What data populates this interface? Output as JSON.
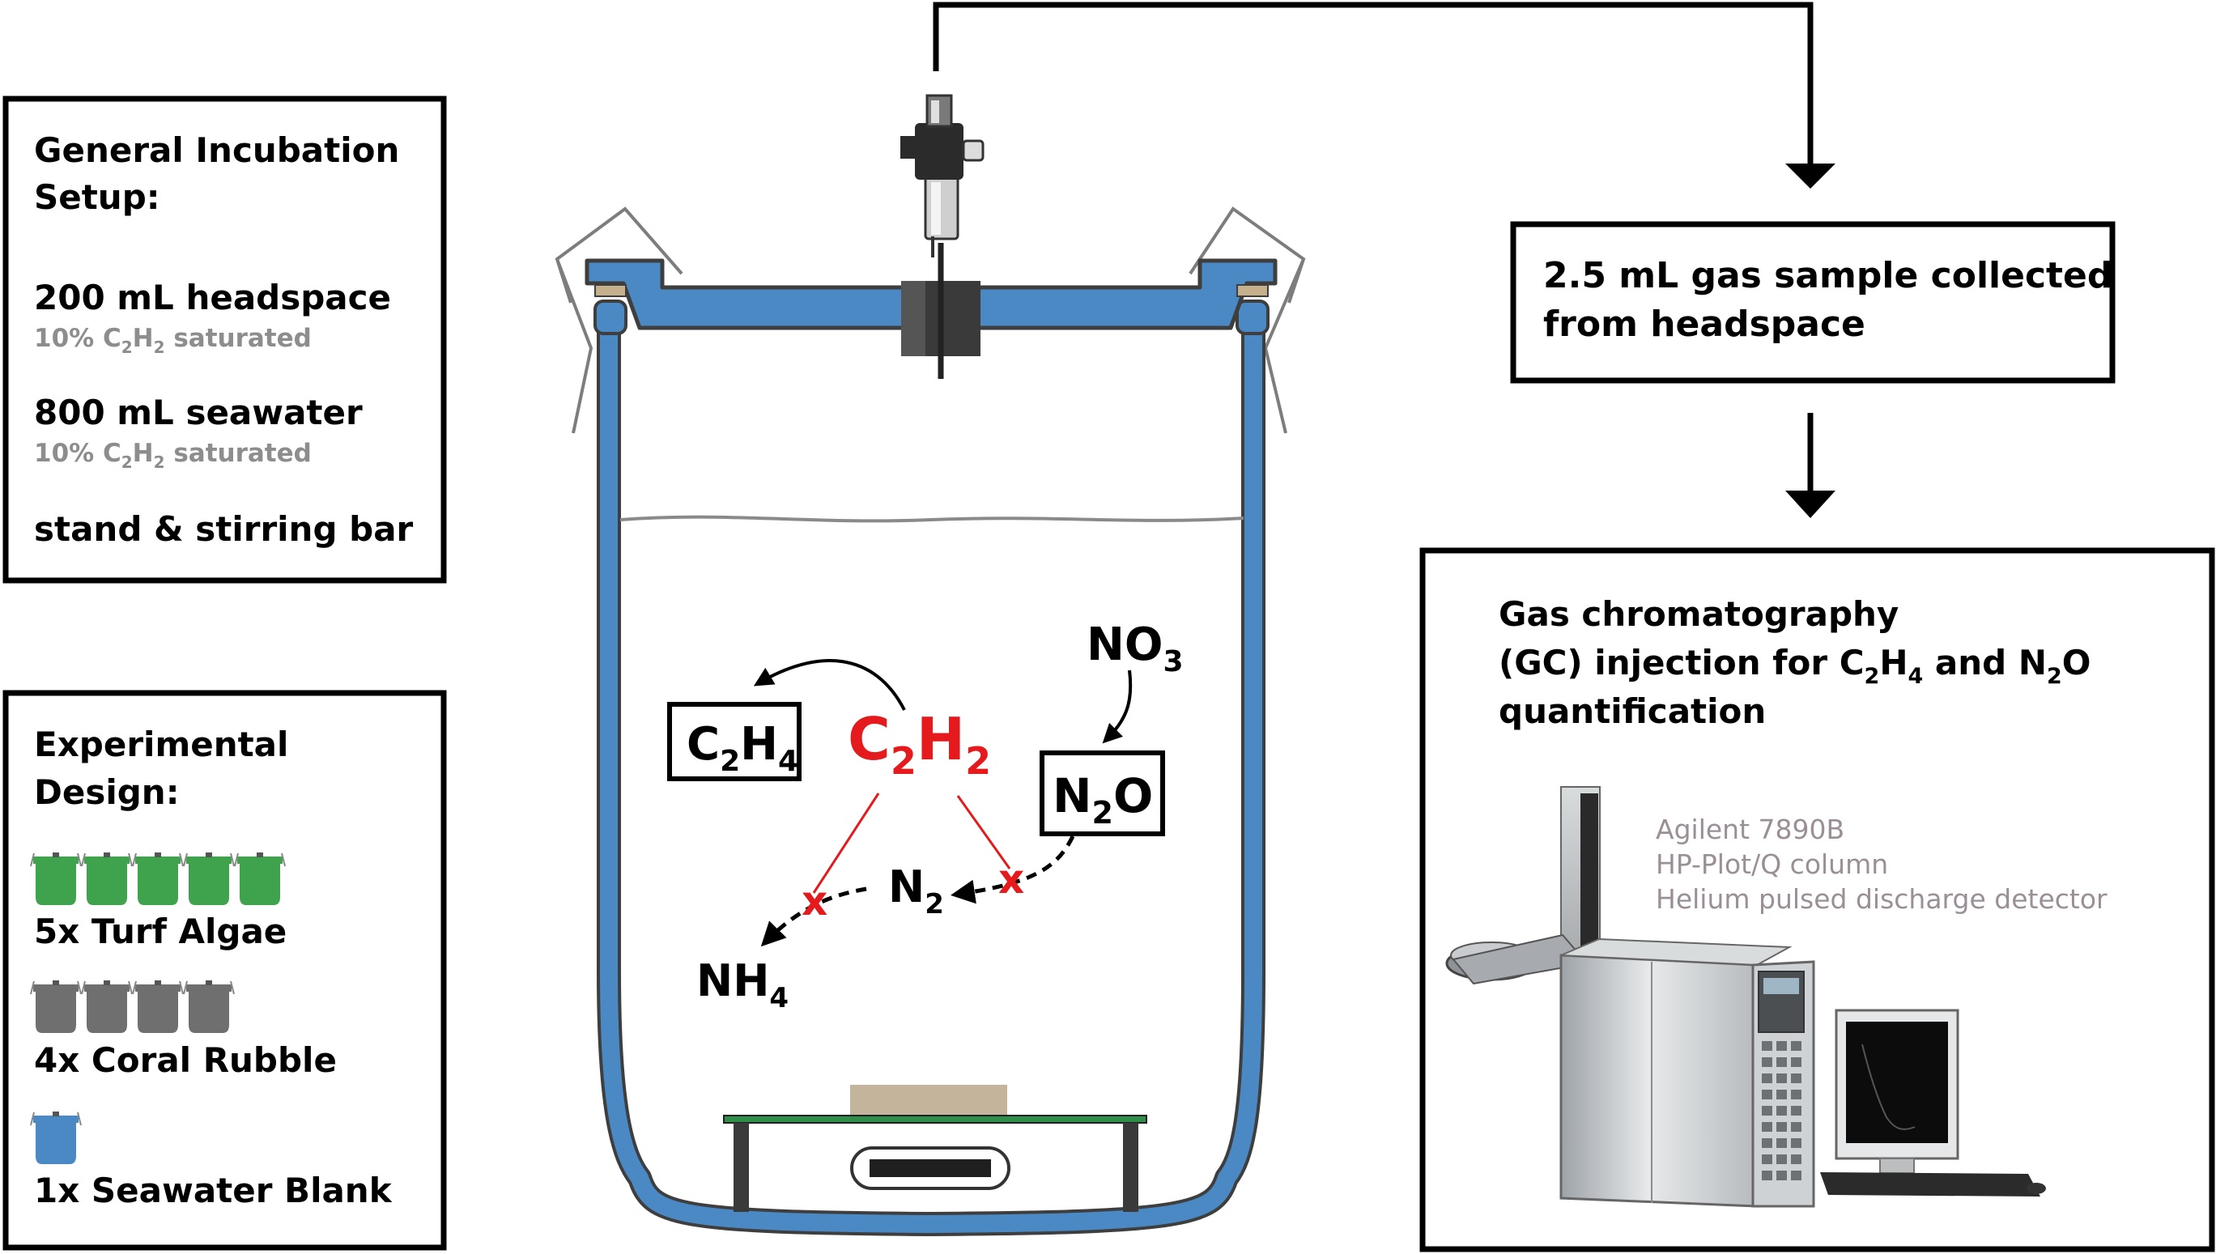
{
  "setup_box": {
    "title_line1": "General Incubation",
    "title_line2": "Setup:",
    "headspace": "200 mL headspace",
    "headspace_note_pre": "10% C",
    "headspace_note_sub1": "2",
    "headspace_note_mid": "H",
    "headspace_note_sub2": "2",
    "headspace_note_post": " saturated",
    "seawater": "800 mL seawater",
    "seawater_note_pre": "10% C",
    "seawater_note_sub1": "2",
    "seawater_note_mid": "H",
    "seawater_note_sub2": "2",
    "seawater_note_post": " saturated",
    "stand": "stand & stirring bar"
  },
  "design_box": {
    "title_line1": "Experimental",
    "title_line2": "Design:",
    "turf": "5x Turf Algae",
    "rubble": "4x Coral Rubble",
    "blank": "1x Seawater Blank",
    "turf_count": 5,
    "rubble_count": 4,
    "blank_count": 1
  },
  "reactions": {
    "c2h2_main": "C",
    "c2h2_sub1": "2",
    "c2h2_mid": "H",
    "c2h2_sub2": "2",
    "c2h4_main": "C",
    "c2h4_sub1": "2",
    "c2h4_mid": "H",
    "c2h4_sub2": "4",
    "no3_main": "NO",
    "no3_sub": "3",
    "n2o_main": "N",
    "n2o_sub": "2",
    "n2o_post": "O",
    "n2_main": "N",
    "n2_sub": "2",
    "nh4_main": "NH",
    "nh4_sub": "4",
    "block_mark": "x"
  },
  "sample_box": {
    "line1": "2.5 mL gas sample collected",
    "line2": "from headspace"
  },
  "gc_box": {
    "line1": "Gas chromatography",
    "line2_pre": "(GC) injection for C",
    "line2_sub1": "2",
    "line2_mid": "H",
    "line2_sub2": "4",
    "line2_and": " and N",
    "line2_sub3": "2",
    "line2_post": "O",
    "line3": "quantification",
    "spec1": "Agilent 7890B",
    "spec2": "HP-Plot/Q column",
    "spec3": "Helium pulsed discharge detector"
  },
  "colors": {
    "jar_blue": "#4a89c4",
    "algae_green": "#3fa34d",
    "rubble_grey": "#6f6f6f",
    "blank_blue": "#4a89c4",
    "red": "#e41a1c",
    "gasket_tan": "#c6b08c",
    "stir_plate_green": "#2f8f4a"
  }
}
